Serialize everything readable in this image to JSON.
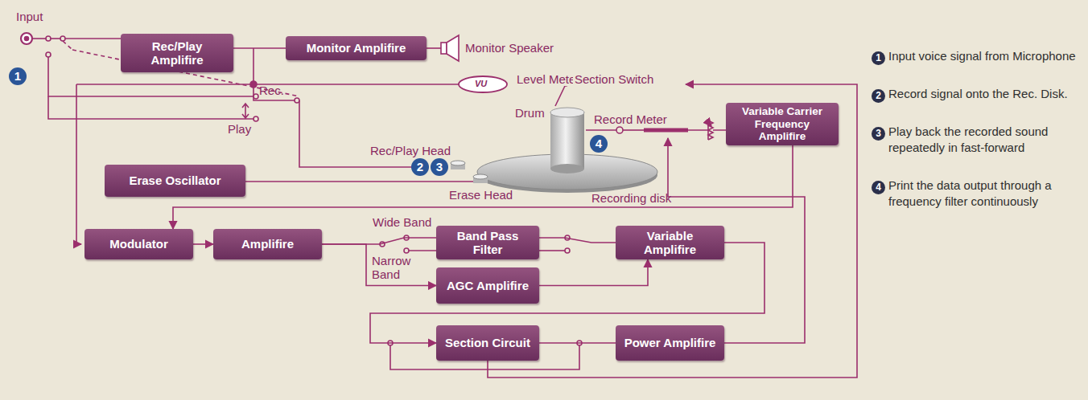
{
  "diagram": {
    "nodes": [
      {
        "text": [
          "Rec/Play Amplifire"
        ]
      },
      {
        "text": [
          "Monitor Amplifire"
        ]
      },
      {
        "text": [
          "Variable Carrier Frequency Amplifire"
        ]
      },
      {
        "text": [
          "Erase Oscillator"
        ]
      },
      {
        "text": [
          "Modulator"
        ]
      },
      {
        "text": [
          "Amplifire"
        ]
      },
      {
        "text": [
          "Band Pass Filter"
        ]
      },
      {
        "text": [
          "Variable Amplifire"
        ]
      },
      {
        "text": [
          "AGC Amplifire"
        ]
      },
      {
        "text": [
          "Section Circuit"
        ]
      },
      {
        "text": [
          "Power Amplifire"
        ]
      }
    ],
    "edges": [
      {
        "from": 0,
        "to": 1,
        "arrow": "none"
      },
      {
        "from": 4,
        "to": 5,
        "arrow": "to"
      },
      {
        "from": 5,
        "to": 6,
        "arrow": "none"
      },
      {
        "from": 5,
        "to": 8,
        "arrow": "to"
      },
      {
        "from": 6,
        "to": 7,
        "arrow": "none"
      },
      {
        "from": 8,
        "to": 7,
        "arrow": "to"
      },
      {
        "from": 7,
        "to": 9,
        "arrow": "to"
      },
      {
        "from": 9,
        "to": 10,
        "arrow": "none"
      },
      {
        "from": 2,
        "to": 4,
        "arrow": "to"
      }
    ],
    "labels": [
      "Input",
      "1",
      "Monitor Speaker",
      "VU",
      "Level Meter",
      "Section Switch",
      "Rec.",
      "Play",
      "Drum",
      "Record Meter",
      "Rec/Play Head",
      "2",
      "3",
      "Erase Head",
      "Recording disk",
      "4",
      "Wide Band",
      "Narrow Band",
      "1",
      "Input voice signal from Microphone",
      "2",
      "Record signal onto the Rec. Disk.",
      "3",
      "Play back the recorded sound repeatedly in fast-forward",
      "4",
      "Print the data output through a frequency filter continuously"
    ]
  }
}
